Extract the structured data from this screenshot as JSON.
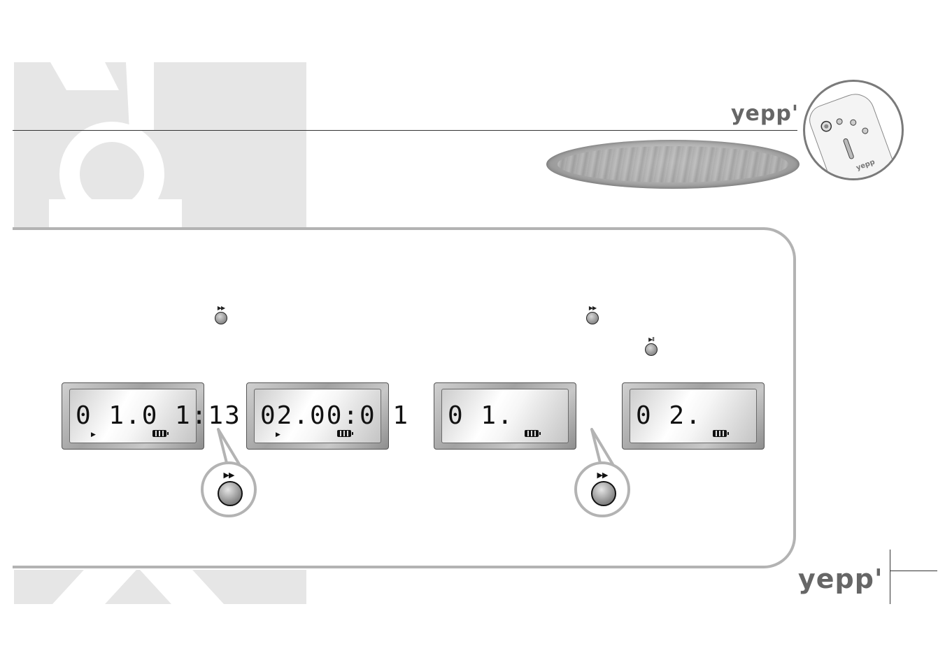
{
  "logos": {
    "top": "yepp'",
    "bottom": "yepp'"
  },
  "player": {
    "brand": "yepp"
  },
  "icons": {
    "forward": "fast-forward-icon",
    "play_pause": "play-pause-icon",
    "play": "play-indicator-icon",
    "battery": "battery-icon"
  },
  "glyphs": {
    "forward": "▶▶",
    "play_pause": "▶II",
    "play": "▶"
  },
  "displays": [
    {
      "digits": "0 1.0 1:13",
      "show_play": true
    },
    {
      "digits": "02.00:0 1",
      "show_play": true
    },
    {
      "digits": "0 1.",
      "show_play": false
    },
    {
      "digits": "0 2.",
      "show_play": false
    }
  ]
}
